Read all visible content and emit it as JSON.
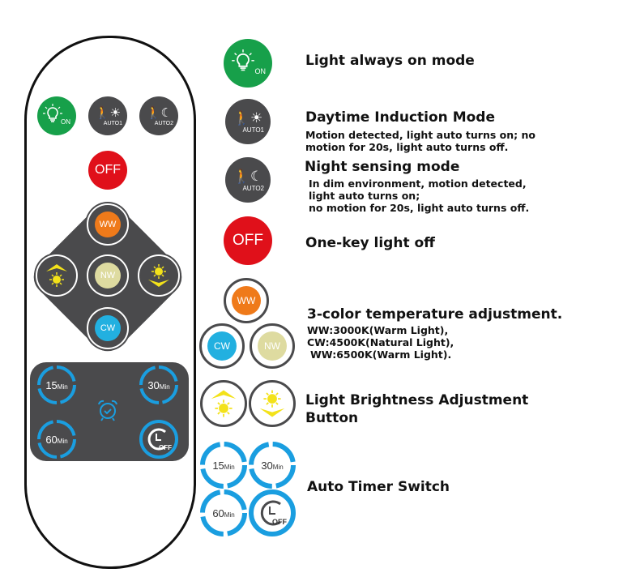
{
  "remote": {
    "on_label": "ON",
    "auto1_label": "AUTO1",
    "auto2_label": "AUTO2",
    "off_label": "OFF",
    "ww_label": "WW",
    "nw_label": "NW",
    "cw_label": "CW",
    "timer_15": "15",
    "timer_30": "30",
    "timer_60": "60",
    "min_unit": "Min",
    "timer_off": "OFF"
  },
  "legend": {
    "always_on": {
      "title": "Light always on mode"
    },
    "daytime": {
      "title": "Daytime Induction Mode",
      "desc": [
        "Motion detected, light auto turns on; no",
        "motion for 20s, light auto turns off."
      ]
    },
    "night": {
      "title": "Night sensing mode",
      "desc": [
        "In dim environment, motion detected,",
        "light auto turns on;",
        "no motion for 20s, light auto turns off."
      ]
    },
    "off": {
      "title": "One-key light off"
    },
    "color_temp": {
      "title": "3-color temperature adjustment.",
      "desc": [
        "WW:3000K(Warm Light),",
        "CW:4500K(Natural Light),",
        "WW:6500K(Warm Light)."
      ]
    },
    "brightness": {
      "title": [
        "Light Brightness Adjustment",
        "Button"
      ]
    },
    "timer": {
      "title": "Auto Timer Switch"
    }
  },
  "colors": {
    "green": "#17a04a",
    "gray": "#4a4a4c",
    "red": "#e0101a",
    "ww": "#ef7a1a",
    "nw": "#dedba0",
    "cw": "#22b0e0",
    "timer_blue": "#1a9ee0",
    "sun_yellow": "#f3e21a"
  }
}
